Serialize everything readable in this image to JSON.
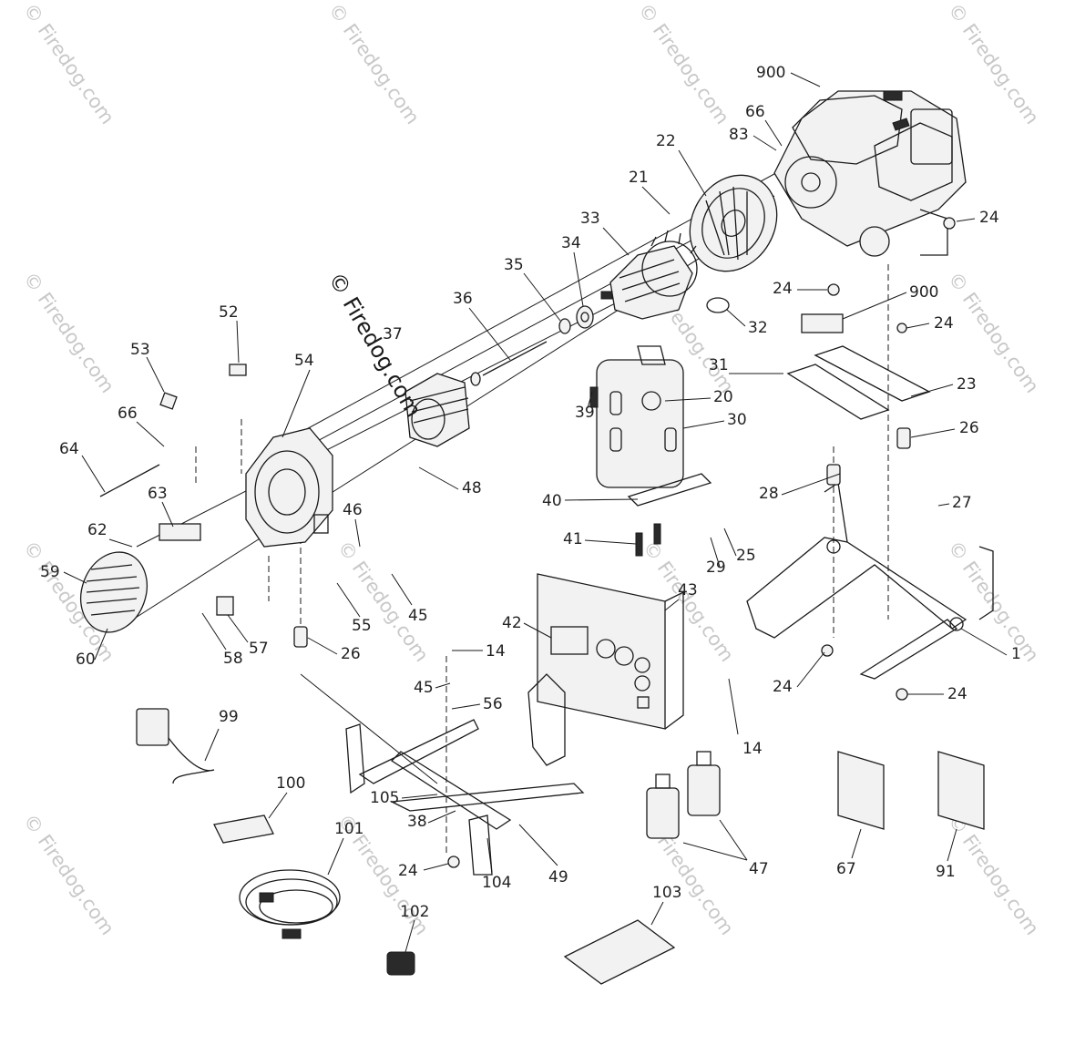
{
  "watermark": {
    "text": "© Firedog.com",
    "dark_text": "© Firedog.com"
  },
  "callouts": [
    {
      "id": "900a",
      "label": "900"
    },
    {
      "id": "66a",
      "label": "66"
    },
    {
      "id": "83",
      "label": "83"
    },
    {
      "id": "22",
      "label": "22"
    },
    {
      "id": "21",
      "label": "21"
    },
    {
      "id": "24a",
      "label": "24"
    },
    {
      "id": "33",
      "label": "33"
    },
    {
      "id": "34",
      "label": "34"
    },
    {
      "id": "35",
      "label": "35"
    },
    {
      "id": "24b",
      "label": "24"
    },
    {
      "id": "900b",
      "label": "900"
    },
    {
      "id": "32",
      "label": "32"
    },
    {
      "id": "24c",
      "label": "24"
    },
    {
      "id": "52",
      "label": "52"
    },
    {
      "id": "36",
      "label": "36"
    },
    {
      "id": "37",
      "label": "37"
    },
    {
      "id": "53",
      "label": "53"
    },
    {
      "id": "54",
      "label": "54"
    },
    {
      "id": "31",
      "label": "31"
    },
    {
      "id": "23",
      "label": "23"
    },
    {
      "id": "39",
      "label": "39"
    },
    {
      "id": "20",
      "label": "20"
    },
    {
      "id": "30",
      "label": "30"
    },
    {
      "id": "66b",
      "label": "66"
    },
    {
      "id": "26a",
      "label": "26"
    },
    {
      "id": "64",
      "label": "64"
    },
    {
      "id": "48",
      "label": "48"
    },
    {
      "id": "63",
      "label": "63"
    },
    {
      "id": "28",
      "label": "28"
    },
    {
      "id": "40",
      "label": "40"
    },
    {
      "id": "27",
      "label": "27"
    },
    {
      "id": "46",
      "label": "46"
    },
    {
      "id": "62",
      "label": "62"
    },
    {
      "id": "41",
      "label": "41"
    },
    {
      "id": "29",
      "label": "29"
    },
    {
      "id": "25",
      "label": "25"
    },
    {
      "id": "59",
      "label": "59"
    },
    {
      "id": "43",
      "label": "43"
    },
    {
      "id": "55",
      "label": "55"
    },
    {
      "id": "45a",
      "label": "45"
    },
    {
      "id": "42",
      "label": "42"
    },
    {
      "id": "57",
      "label": "57"
    },
    {
      "id": "1",
      "label": "1"
    },
    {
      "id": "58",
      "label": "58"
    },
    {
      "id": "26b",
      "label": "26"
    },
    {
      "id": "60",
      "label": "60"
    },
    {
      "id": "14a",
      "label": "14"
    },
    {
      "id": "24d",
      "label": "24"
    },
    {
      "id": "45b",
      "label": "45"
    },
    {
      "id": "24e",
      "label": "24"
    },
    {
      "id": "56",
      "label": "56"
    },
    {
      "id": "99",
      "label": "99"
    },
    {
      "id": "14b",
      "label": "14"
    },
    {
      "id": "100",
      "label": "100"
    },
    {
      "id": "105",
      "label": "105"
    },
    {
      "id": "38",
      "label": "38"
    },
    {
      "id": "101",
      "label": "101"
    },
    {
      "id": "24f",
      "label": "24"
    },
    {
      "id": "104",
      "label": "104"
    },
    {
      "id": "49",
      "label": "49"
    },
    {
      "id": "47",
      "label": "47"
    },
    {
      "id": "67",
      "label": "67"
    },
    {
      "id": "91",
      "label": "91"
    },
    {
      "id": "102",
      "label": "102"
    },
    {
      "id": "103",
      "label": "103"
    }
  ]
}
